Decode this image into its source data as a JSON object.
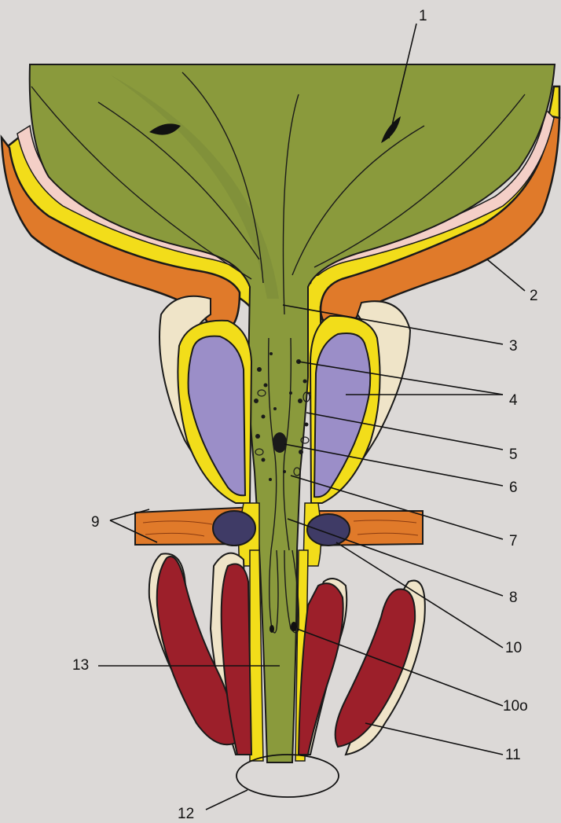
{
  "labels": {
    "l1": "1",
    "l2": "2",
    "l3": "3",
    "l4": "4",
    "l5": "5",
    "l6": "6",
    "l7": "7",
    "l8": "8",
    "l9": "9",
    "l10": "10",
    "l10o": "10o",
    "l11": "11",
    "l12": "12",
    "l13": "13"
  },
  "colors": {
    "background": "#dcd9d7",
    "green_tissue": "#8a9a3c",
    "dark_green": "#6f8236",
    "yellow_layer": "#f2dd1a",
    "orange_muscle": "#e07a2a",
    "pink_layer": "#f4cfc7",
    "purple_gland": "#9b8ec8",
    "navy_body": "#3f3b66",
    "red_muscle": "#9c1f2a",
    "cream_bone": "#efe4c8"
  }
}
